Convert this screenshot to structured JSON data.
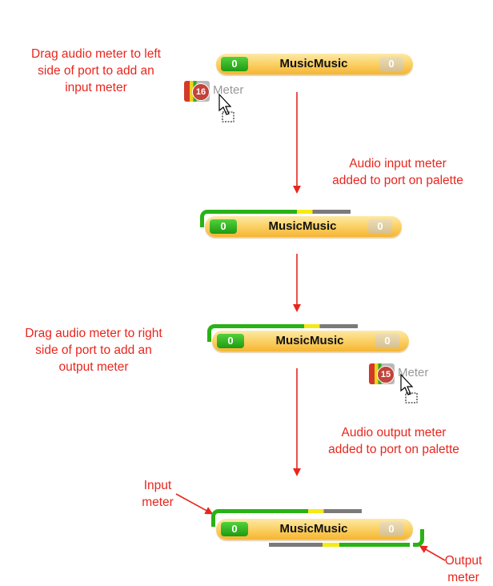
{
  "notes": {
    "step1": [
      "Drag audio meter to left",
      "side of port to add an",
      "input meter"
    ],
    "step2": [
      "Audio input meter",
      "added to port on palette"
    ],
    "step3": [
      "Drag audio meter to right",
      "side of port to add an",
      "output meter"
    ],
    "step4": [
      "Audio output meter",
      "added to port on palette"
    ],
    "input_meter_label": [
      "Input",
      "meter"
    ],
    "output_meter_label": [
      "Output",
      "meter"
    ]
  },
  "port": {
    "name": "MusicMusic",
    "in_value": "0",
    "out_value": "0"
  },
  "meter_tool_1": {
    "number": "16",
    "label": "Meter"
  },
  "meter_tool_2": {
    "number": "15",
    "label": "Meter"
  },
  "colors": {
    "annotation": "#e8261e",
    "in_badge": "#2aa91a",
    "meter_green": "#29b215",
    "meter_yellow": "#f4ea14",
    "meter_gray": "#7a7a7a"
  }
}
